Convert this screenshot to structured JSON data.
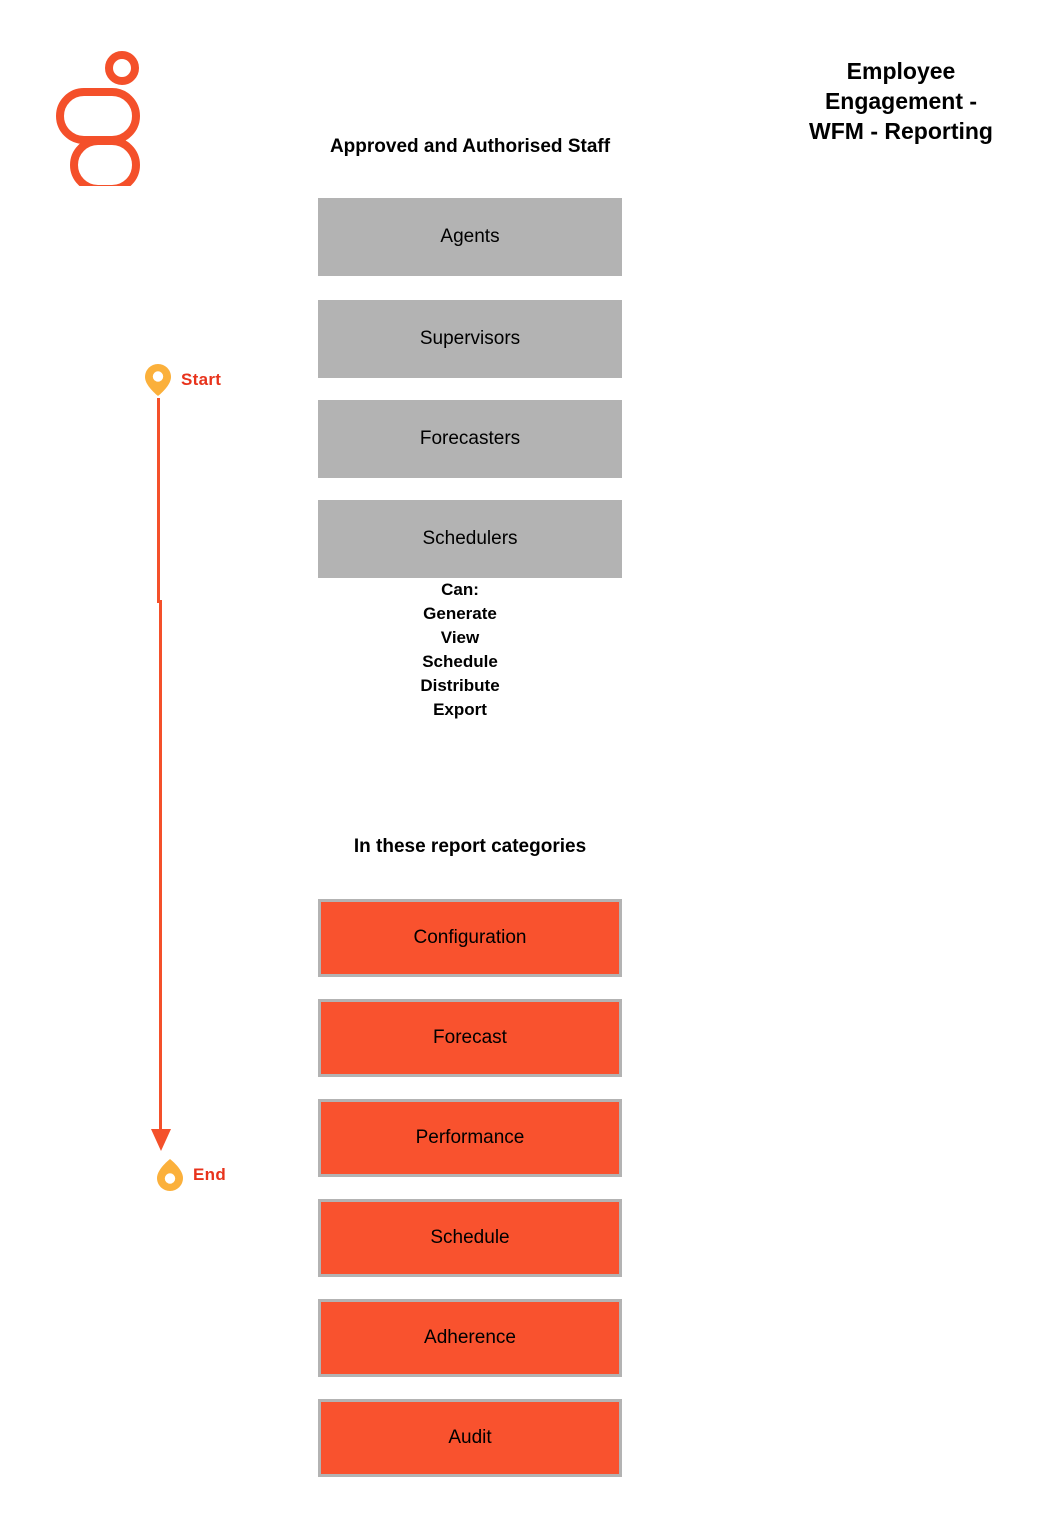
{
  "page": {
    "title": "Employee\nEngagement -\nWFM - Reporting",
    "background_color": "#ffffff"
  },
  "logo": {
    "name": "brand-logo",
    "color": "#f4502a"
  },
  "flow": {
    "start": {
      "label": "Start",
      "pin_color": "#fbb03b",
      "label_color": "#e8331c"
    },
    "end": {
      "label": "End",
      "pin_color": "#fbb03b",
      "label_color": "#e8331c"
    },
    "line_color": "#f4502a"
  },
  "staff_section": {
    "heading": "Approved and Authorised Staff",
    "box_color": "#b3b3b3",
    "items": [
      {
        "label": "Agents"
      },
      {
        "label": "Supervisors"
      },
      {
        "label": "Forecasters"
      },
      {
        "label": "Schedulers"
      }
    ]
  },
  "capabilities": {
    "heading": "Can:",
    "items": [
      "Generate",
      "View",
      "Schedule",
      "Distribute",
      "Export"
    ]
  },
  "categories_section": {
    "heading": "In these report categories",
    "box_color": "#f9522e",
    "border_color": "#b3b3b3",
    "items": [
      {
        "label": "Configuration"
      },
      {
        "label": "Forecast"
      },
      {
        "label": "Performance"
      },
      {
        "label": "Schedule"
      },
      {
        "label": "Adherence"
      },
      {
        "label": "Audit"
      }
    ]
  }
}
